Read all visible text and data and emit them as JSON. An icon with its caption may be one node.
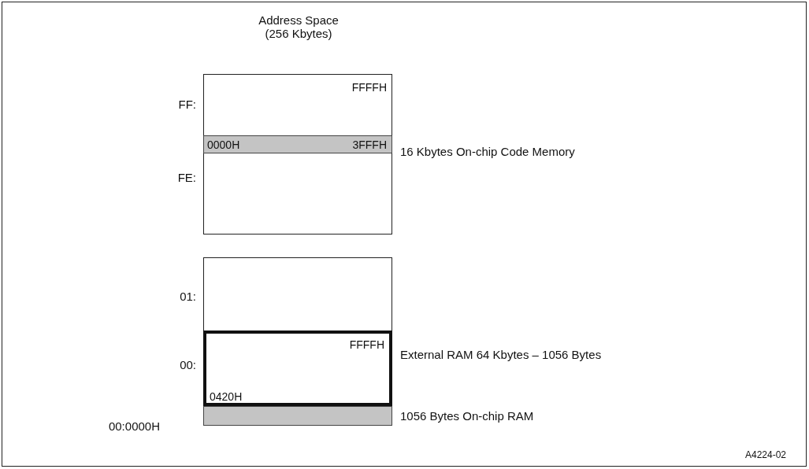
{
  "diagram": {
    "title": "Address Space (256 Kbytes)",
    "nodes": [
      {
        "text": [
          "FFFFH"
        ]
      },
      {
        "text": [
          "0000H",
          "3FFFH"
        ],
        "in": 0,
        "beside": [
          "16 Kbytes On-chip Code Memory"
        ]
      },
      {
        "text": [],
        "shape": "box"
      },
      {
        "text": [
          "FFFFH",
          "0420H"
        ],
        "in": 2,
        "beside": [
          "External RAM 64 Kbytes – 1056 Bytes"
        ]
      },
      {
        "text": [],
        "shape": "bar",
        "in": 2,
        "beside": [
          "1056 Bytes On-chip RAM"
        ]
      }
    ],
    "labels": [
      "FF:",
      "FE:",
      "01:",
      "00:",
      "00:0000H",
      "A4224-02"
    ]
  }
}
